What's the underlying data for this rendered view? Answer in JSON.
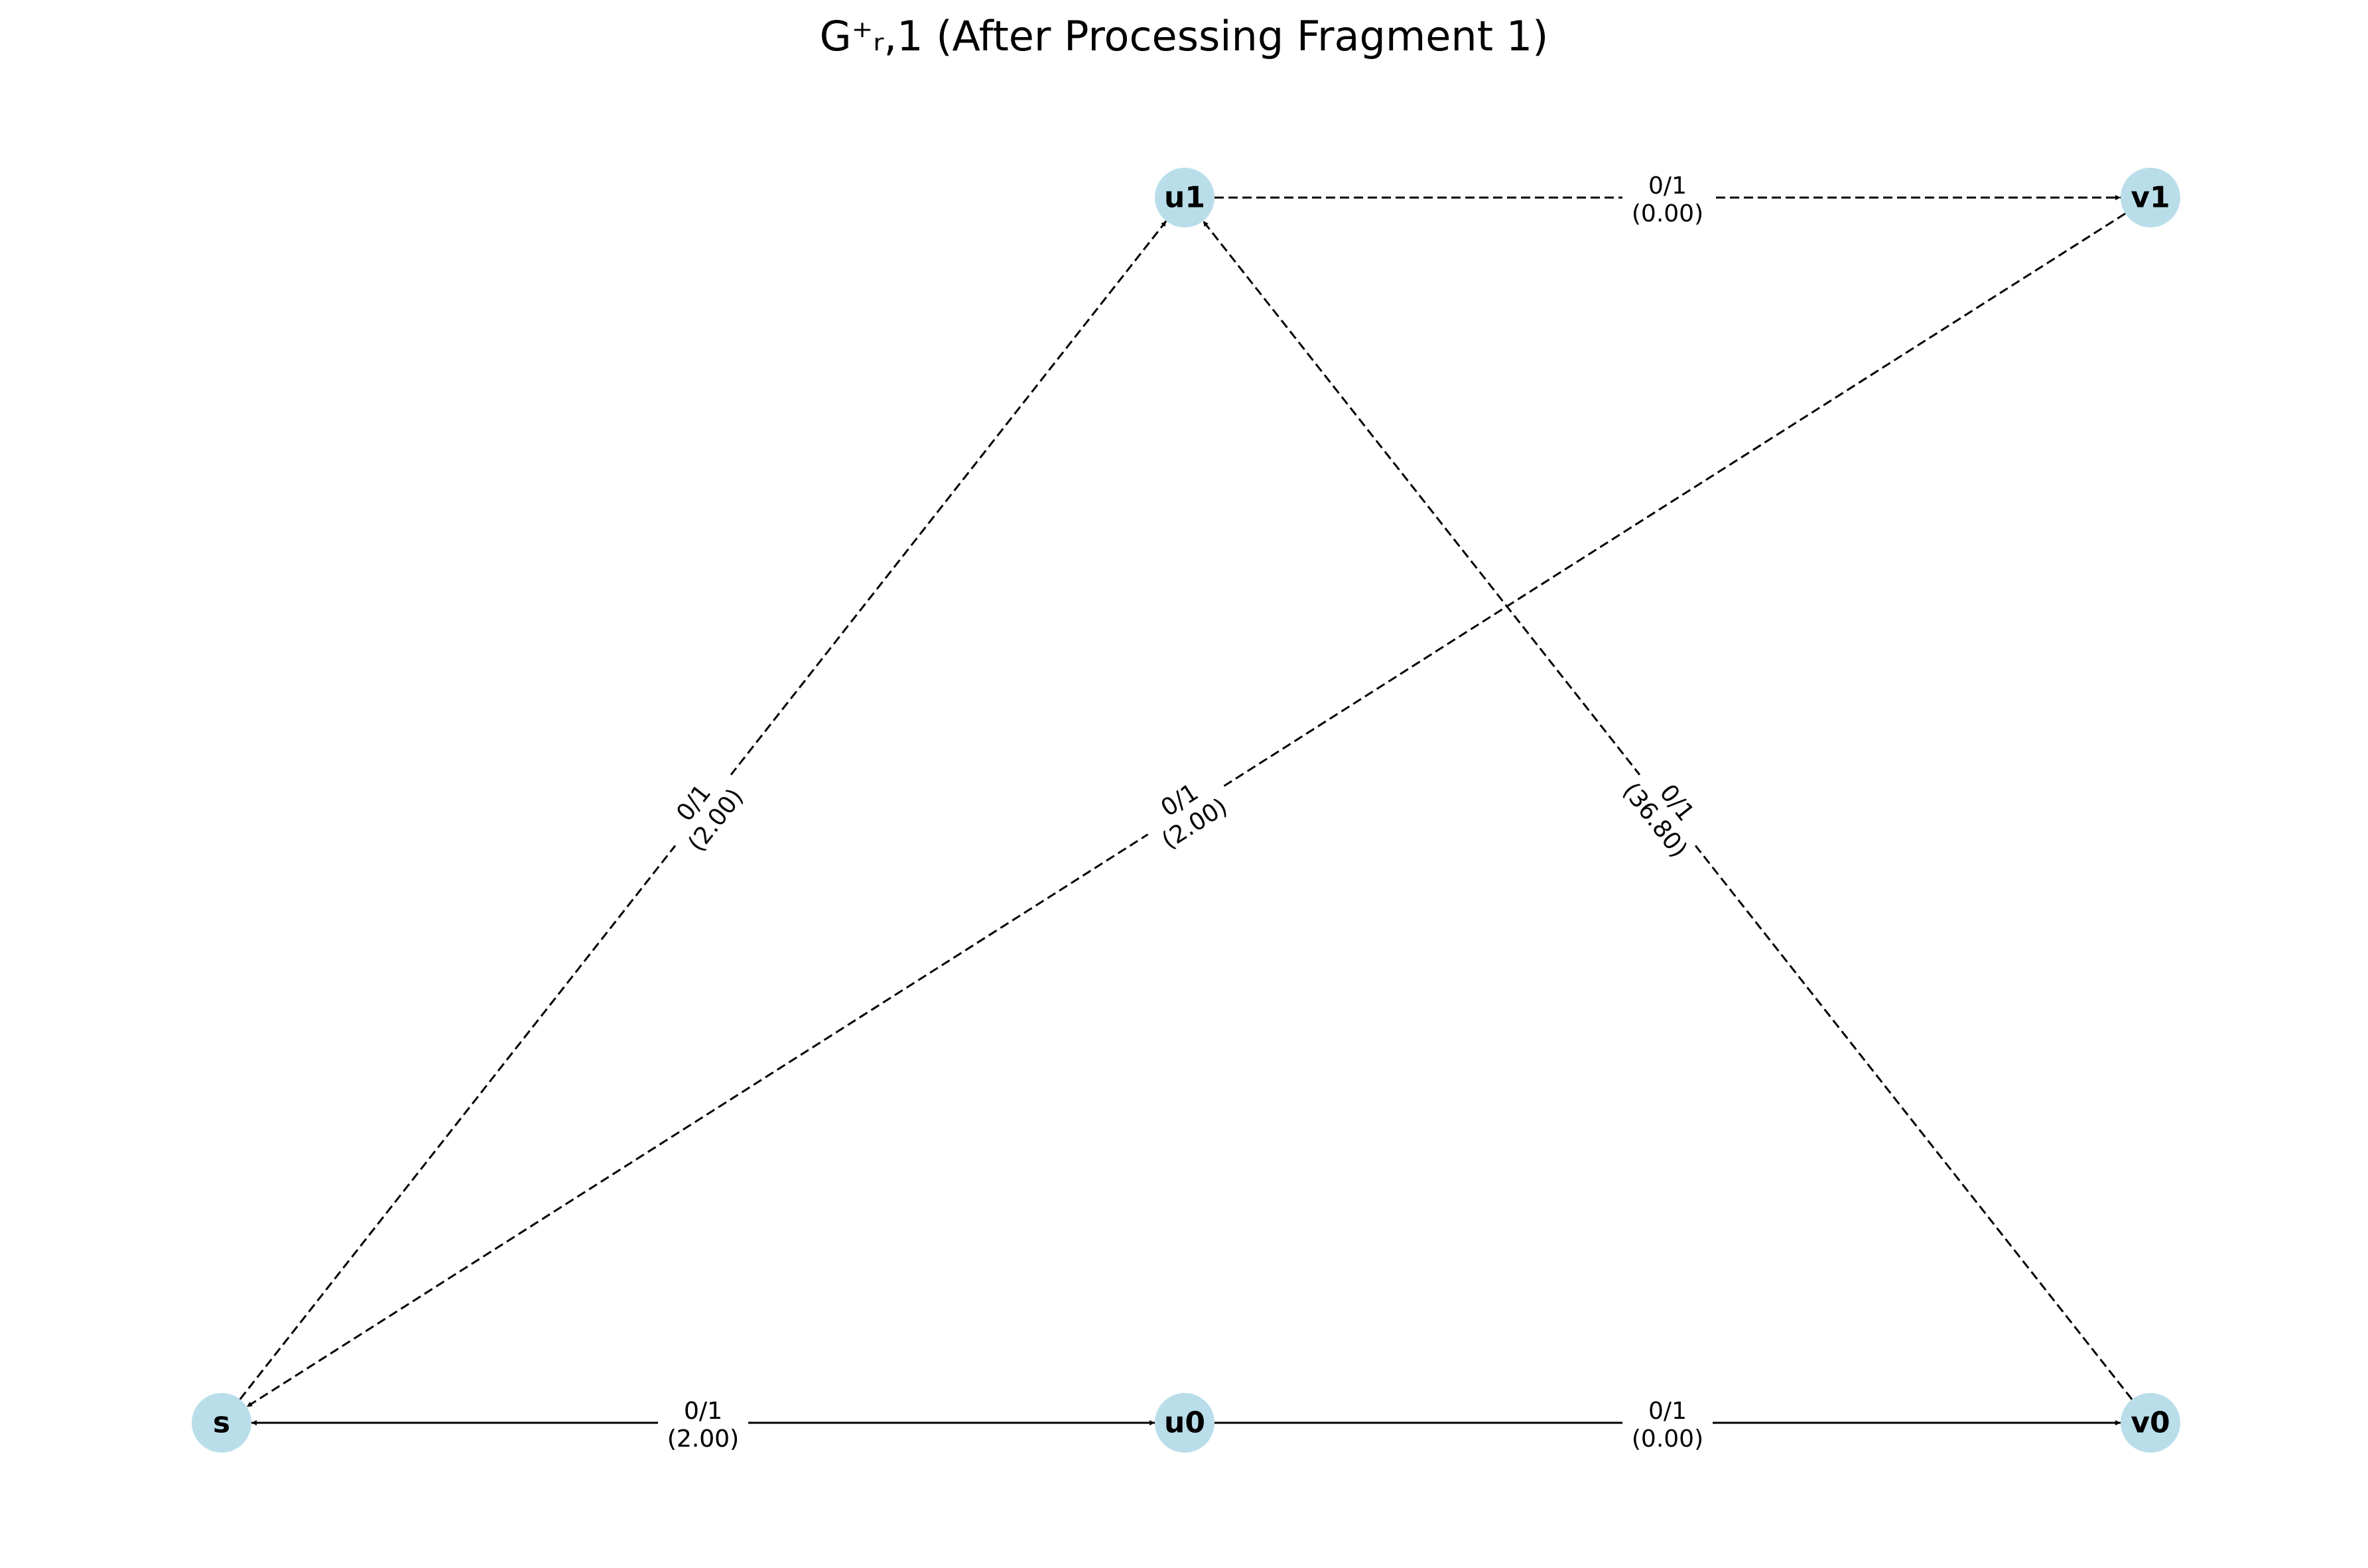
{
  "title": "G⁺ᵣ,1 (After Processing Fragment 1)",
  "node_color": "#add8e6",
  "nodes": [
    {
      "id": "s",
      "label": "s"
    },
    {
      "id": "u0",
      "label": "u0"
    },
    {
      "id": "v0",
      "label": "v0"
    },
    {
      "id": "u1",
      "label": "u1"
    },
    {
      "id": "v1",
      "label": "v1"
    }
  ],
  "edges": [
    {
      "from": "u1",
      "to": "v1",
      "style": "dashed",
      "flow_cap": "0/1",
      "cost": "(0.00)"
    },
    {
      "from": "s",
      "to": "u1",
      "style": "dashed",
      "flow_cap": "0/1",
      "cost": "(2.00)"
    },
    {
      "from": "v1",
      "to": "s",
      "style": "dashed",
      "flow_cap": "0/1",
      "cost": "(2.00)"
    },
    {
      "from": "v0",
      "to": "u1",
      "style": "dashed",
      "flow_cap": "0/1",
      "cost": "(36.80)"
    },
    {
      "from": "u0",
      "to": "s",
      "style": "solid",
      "flow_cap": "0/1",
      "cost": "(2.00)"
    },
    {
      "from": "u0",
      "to": "v0",
      "style": "solid",
      "flow_cap": "0/1",
      "cost": "(0.00)"
    },
    {
      "from": "s",
      "to": "u0",
      "style": "solid",
      "flow_cap": "0/1",
      "cost": "(2.00)"
    }
  ]
}
